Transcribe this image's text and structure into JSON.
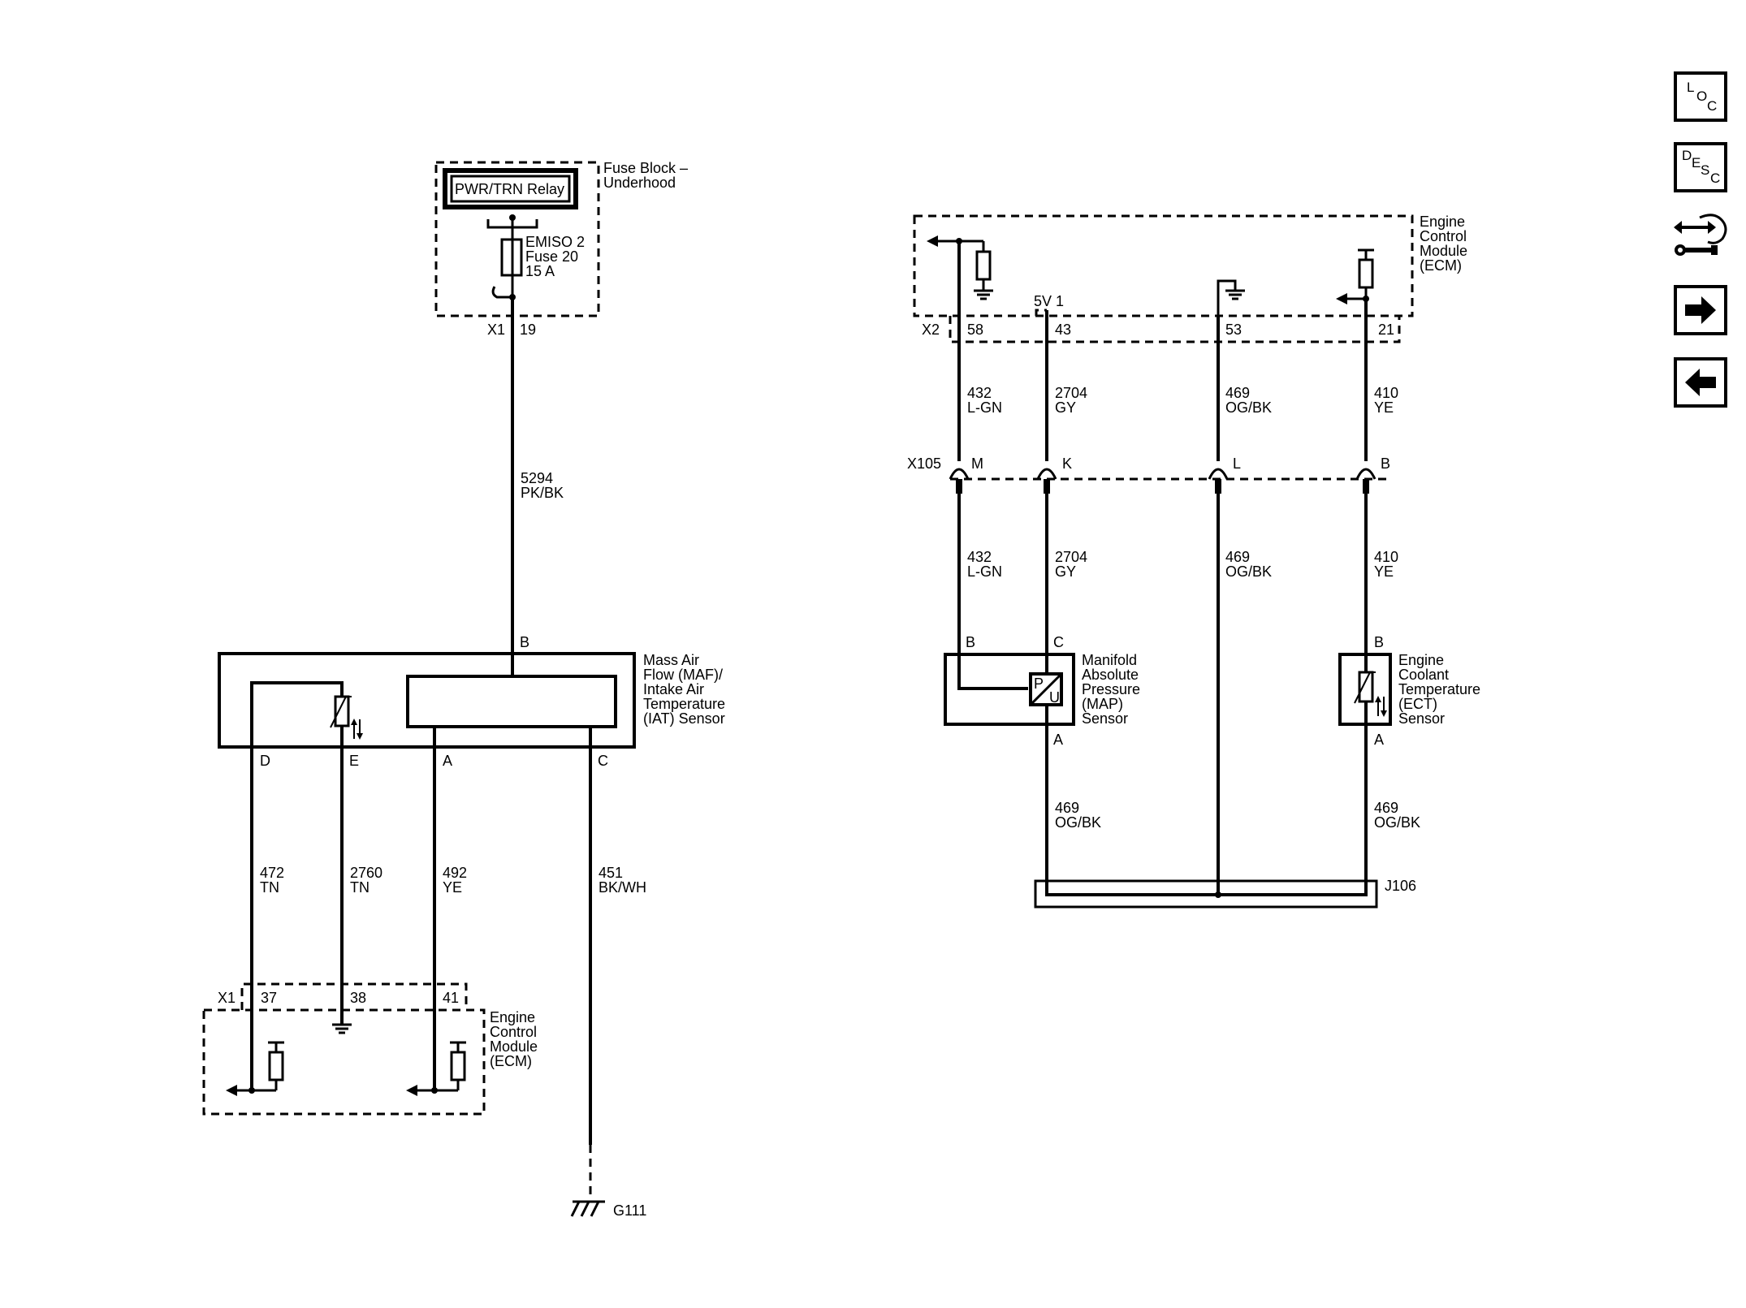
{
  "fuse_block": {
    "title_lines": [
      "Fuse Block –",
      "Underhood"
    ],
    "relay": "PWR/TRN Relay",
    "fuse_lines": [
      "EMISO 2",
      "Fuse 20",
      "15 A"
    ],
    "connector": "X1",
    "pin": "19"
  },
  "wire_5294": {
    "circuit": "5294",
    "color": "PK/BK"
  },
  "maf_sensor": {
    "label_lines": [
      "Mass Air",
      "Flow (MAF)/",
      "Intake Air",
      "Temperature",
      "(IAT) Sensor"
    ],
    "pin_top": "B",
    "pins": [
      "D",
      "E",
      "A",
      "C"
    ]
  },
  "maf_wires": [
    {
      "circuit": "472",
      "color": "TN"
    },
    {
      "circuit": "2760",
      "color": "TN"
    },
    {
      "circuit": "492",
      "color": "YE"
    },
    {
      "circuit": "451",
      "color": "BK/WH"
    }
  ],
  "ecm_left": {
    "connector": "X1",
    "pins": [
      "37",
      "38",
      "41"
    ],
    "label_lines": [
      "Engine",
      "Control",
      "Module",
      "(ECM)"
    ]
  },
  "ground_g111": "G111",
  "ecm_right": {
    "label_lines": [
      "Engine",
      "Control",
      "Module",
      "(ECM)"
    ],
    "connector": "X2",
    "pins": [
      "58",
      "43",
      "53",
      "21"
    ],
    "ref_5v": "5V 1"
  },
  "upper_wires": [
    {
      "circuit": "432",
      "color": "L-GN"
    },
    {
      "circuit": "2704",
      "color": "GY"
    },
    {
      "circuit": "469",
      "color": "OG/BK"
    },
    {
      "circuit": "410",
      "color": "YE"
    }
  ],
  "inline_connector": {
    "name": "X105",
    "pins": [
      "M",
      "K",
      "L",
      "B"
    ]
  },
  "lower_wires": [
    {
      "circuit": "432",
      "color": "L-GN"
    },
    {
      "circuit": "2704",
      "color": "GY"
    },
    {
      "circuit": "469",
      "color": "OG/BK"
    },
    {
      "circuit": "410",
      "color": "YE"
    }
  ],
  "map_sensor": {
    "label_lines": [
      "Manifold",
      "Absolute",
      "Pressure",
      "(MAP)",
      "Sensor"
    ],
    "pins_top": [
      "B",
      "C"
    ],
    "pin_bottom": "A",
    "symbol_p": "P",
    "symbol_u": "U"
  },
  "ect_sensor": {
    "label_lines": [
      "Engine",
      "Coolant",
      "Temperature",
      "(ECT)",
      "Sensor"
    ],
    "pin_top": "B",
    "pin_bottom": "A"
  },
  "sensor_ground_wires": [
    {
      "circuit": "469",
      "color": "OG/BK"
    },
    {
      "circuit": "469",
      "color": "OG/BK"
    }
  ],
  "splice": "J106",
  "nav": {
    "loc": {
      "l": "L",
      "o": "O",
      "c": "C"
    },
    "desc": {
      "d": "D",
      "e": "E",
      "s": "S",
      "c": "C"
    },
    "icons": [
      "connector-info-icon",
      "next-arrow-icon",
      "previous-arrow-icon"
    ]
  }
}
